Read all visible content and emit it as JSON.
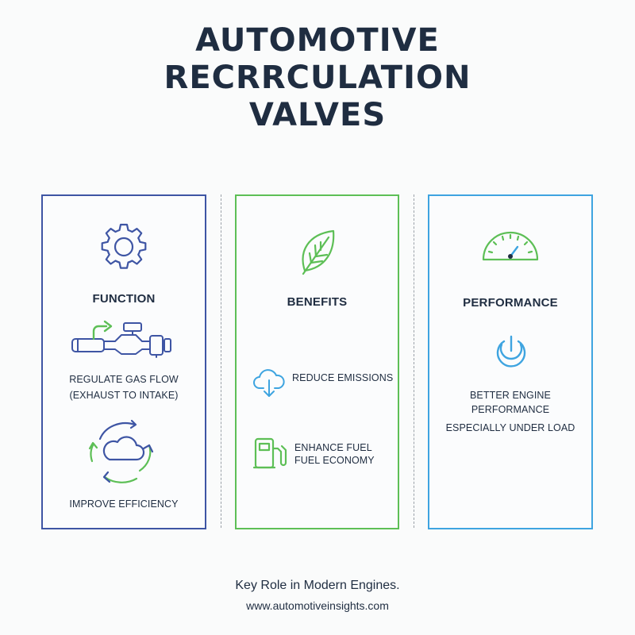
{
  "title": {
    "line1": "AUTOMOTIVE",
    "line2": "RECRRCULATION",
    "line3": "VALVES"
  },
  "panels": {
    "function": {
      "heading": "FUNCTION",
      "line1": "REGULATE GAS FLOW",
      "line2": "(EXHAUST TO INTAKE)",
      "line3": "IMPROVE EFFICIENCY",
      "border_color": "#3e55a4",
      "icons": [
        "gear-icon",
        "valve-pipe-icon",
        "recycle-cloud-icon"
      ]
    },
    "benefits": {
      "heading": "BENEFITS",
      "item1": "REDUCE EMISSIONS",
      "item2_line1": "ENHANCE FUEL",
      "item2_line2": "FUEL ECONOMY",
      "border_color": "#5dbf56",
      "icons": [
        "leaf-icon",
        "cloud-download-icon",
        "fuel-pump-icon"
      ]
    },
    "performance": {
      "heading": "PERFORMANCE",
      "line1": "BETTER ENGINE",
      "line2": "PERFORMANCE",
      "line3": "ESPECIALLY UNDER LOAD",
      "border_color": "#3ea4e0",
      "icons": [
        "speedometer-icon",
        "power-icon"
      ]
    }
  },
  "footer": {
    "tagline": "Key Role in Modern Engines.",
    "url": "www.automotiveinsights.com"
  }
}
